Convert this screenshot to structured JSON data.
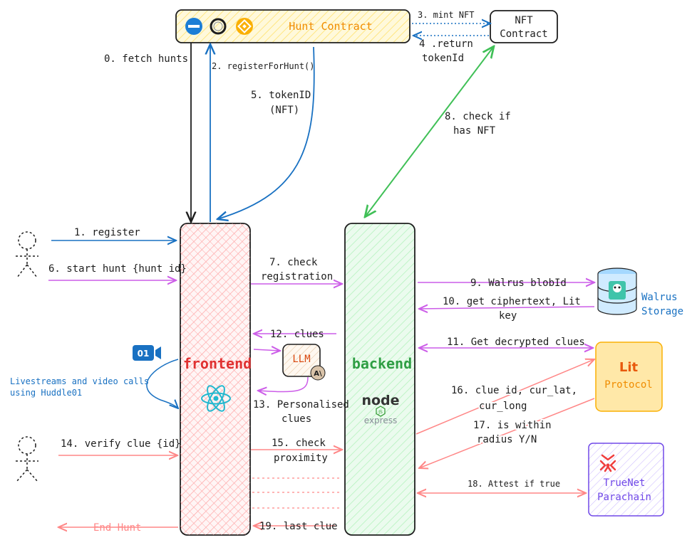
{
  "colors": {
    "black": "#1e1e1e",
    "blue": "#1971c2",
    "purple": "#cc5de8",
    "salmon": "#ff8787",
    "green": "#40c057",
    "frontend_fill": "#ffc9c9",
    "frontend_text": "#e03131",
    "backend_fill": "#d3f9d8",
    "backend_text": "#2f9e44",
    "contract_fill": "#ffec99",
    "contract_text": "#f08c00",
    "lit_fill": "#ffe8a8",
    "truenet_stroke": "#7048e8",
    "walrus_blue": "#4dabf7"
  },
  "hunt_contract": {
    "label": "Hunt Contract",
    "icons": [
      "polygon-icon",
      "oasis-icon",
      "bnb-icon"
    ]
  },
  "nft_contract": {
    "line1": "NFT",
    "line2": "Contract"
  },
  "frontend": {
    "label": "frontend",
    "icon": "react-icon"
  },
  "backend": {
    "label": "backend",
    "logo_node": "node",
    "logo_js": "JS",
    "logo_express": "express"
  },
  "llm": {
    "label": "LLM",
    "badge": "A\\"
  },
  "walrus": {
    "line1": "Walrus",
    "line2": "Storage"
  },
  "lit": {
    "logo": "Lit",
    "label": "Protocol"
  },
  "truenet": {
    "line1": "TrueNet",
    "line2": "Parachain"
  },
  "huddle": {
    "icon_text": "01",
    "line1": "Livestreams and video calls",
    "line2": "using Huddle01"
  },
  "steps": {
    "s0": "0. fetch hunts",
    "s1": "1. register",
    "s2": "2. registerForHunt()",
    "s3": "3. mint NFT",
    "s4a": "4 .return",
    "s4b": "tokenId",
    "s5a": "5. tokenID",
    "s5b": "(NFT)",
    "s6": "6. start hunt {hunt id}",
    "s7a": "7. check",
    "s7b": "registration",
    "s8a": "8. check if",
    "s8b": "has NFT",
    "s9": "9. Walrus blobId",
    "s10a": "10. get ciphertext, Lit",
    "s10b": "key",
    "s11": "11. Get decrypted clues",
    "s12": "12. clues",
    "s13a": "13. Personalised",
    "s13b": "clues",
    "s14": "14. verify clue {id}",
    "s15a": "15. check",
    "s15b": "proximity",
    "s16a": "16. clue id, cur_lat,",
    "s16b": "cur_long",
    "s17a": "17. is within",
    "s17b": "radius Y/N",
    "s18": "18. Attest if true",
    "s19": "19. last clue",
    "end": "End Hunt"
  }
}
